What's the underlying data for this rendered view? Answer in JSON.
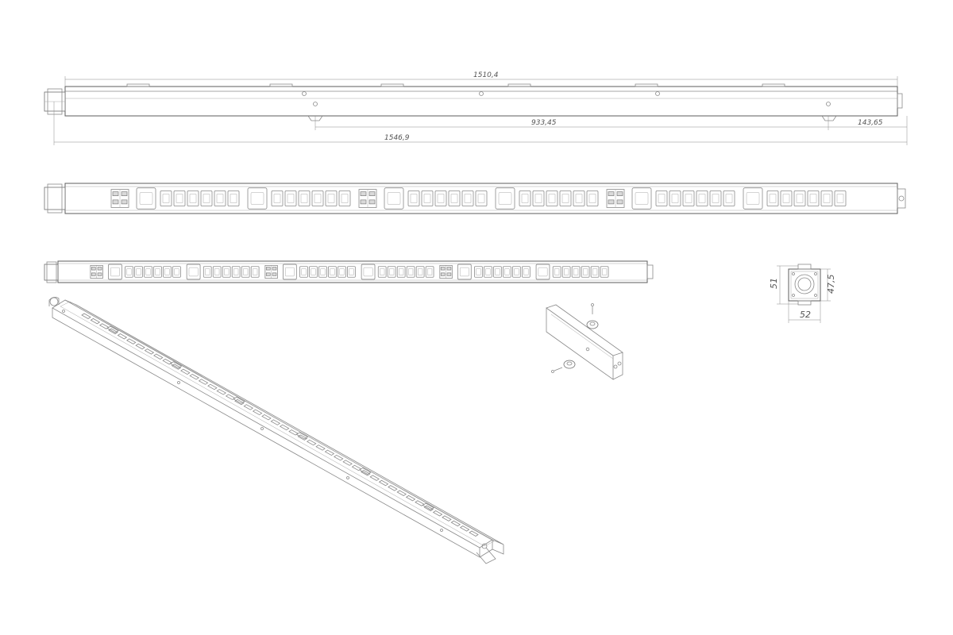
{
  "dimensions": {
    "overall_top": "1510,4",
    "span_middle": "933,45",
    "span_right": "143,65",
    "overall_bottom": "1546,9",
    "section_height_outer": "51",
    "section_height_inner": "47,5",
    "section_width": "52"
  },
  "colors": {
    "line": "#8a8a8a",
    "text": "#555555",
    "background": "#ffffff"
  }
}
